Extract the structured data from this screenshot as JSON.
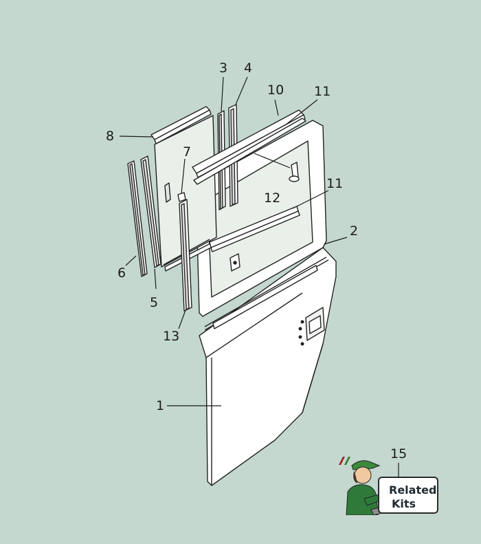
{
  "diagram": {
    "callouts": {
      "c1": "1",
      "c2": "2",
      "c3": "3",
      "c4": "4",
      "c5": "5",
      "c6": "6",
      "c7": "7",
      "c8": "8",
      "c10": "10",
      "c11a": "11",
      "c11b": "11",
      "c12": "12",
      "c13": "13",
      "c15": "15"
    }
  },
  "related_kits": {
    "line1": "Related",
    "line2": "Kits"
  },
  "colors": {
    "background": "#c4d8d0",
    "part_fill": "#ffffff",
    "glass_fill": "#e9efe9",
    "outline": "#222222",
    "brand_green": "#2e7d32",
    "brand_red": "#a31f1f"
  }
}
